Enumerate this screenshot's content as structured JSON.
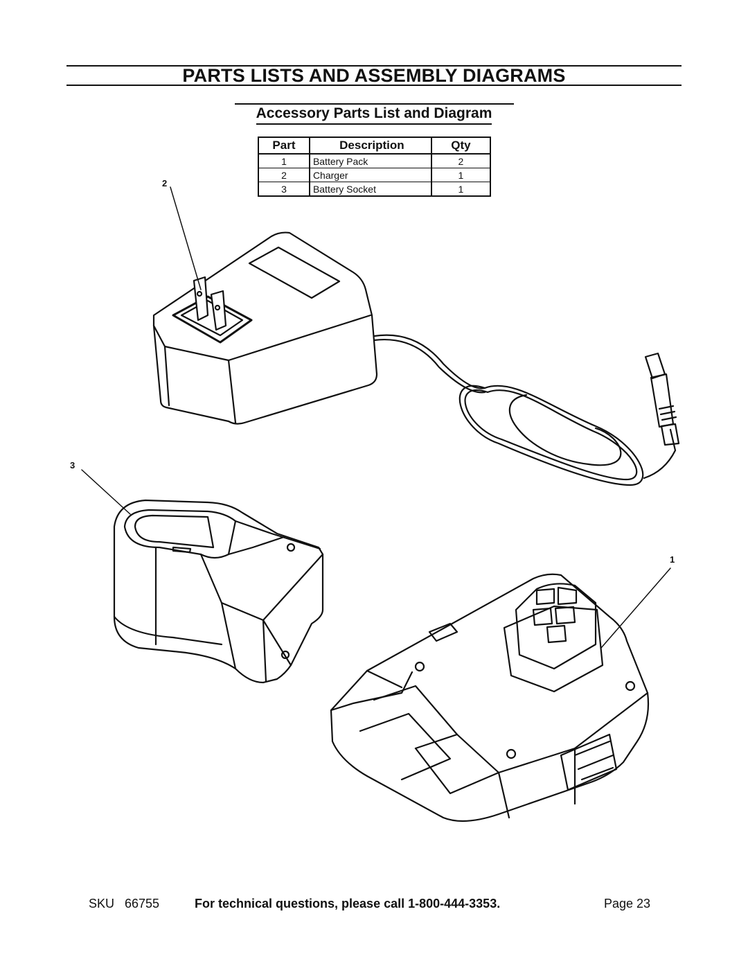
{
  "header": {
    "title": "PARTS LISTS AND ASSEMBLY DIAGRAMS",
    "section_title": "Accessory Parts List and Diagram"
  },
  "parts_table": {
    "columns": [
      "Part",
      "Description",
      "Qty"
    ],
    "rows": [
      {
        "part": "1",
        "description": "Battery Pack",
        "qty": "2"
      },
      {
        "part": "2",
        "description": "Charger",
        "qty": "1"
      },
      {
        "part": "3",
        "description": "Battery Socket",
        "qty": "1"
      }
    ]
  },
  "diagram": {
    "callouts": [
      "1",
      "2",
      "3"
    ]
  },
  "footer": {
    "sku_label": "SKU",
    "sku_number": "66755",
    "support_text": "For technical questions, please call 1-800-444-3353.",
    "page": "Page 23"
  }
}
